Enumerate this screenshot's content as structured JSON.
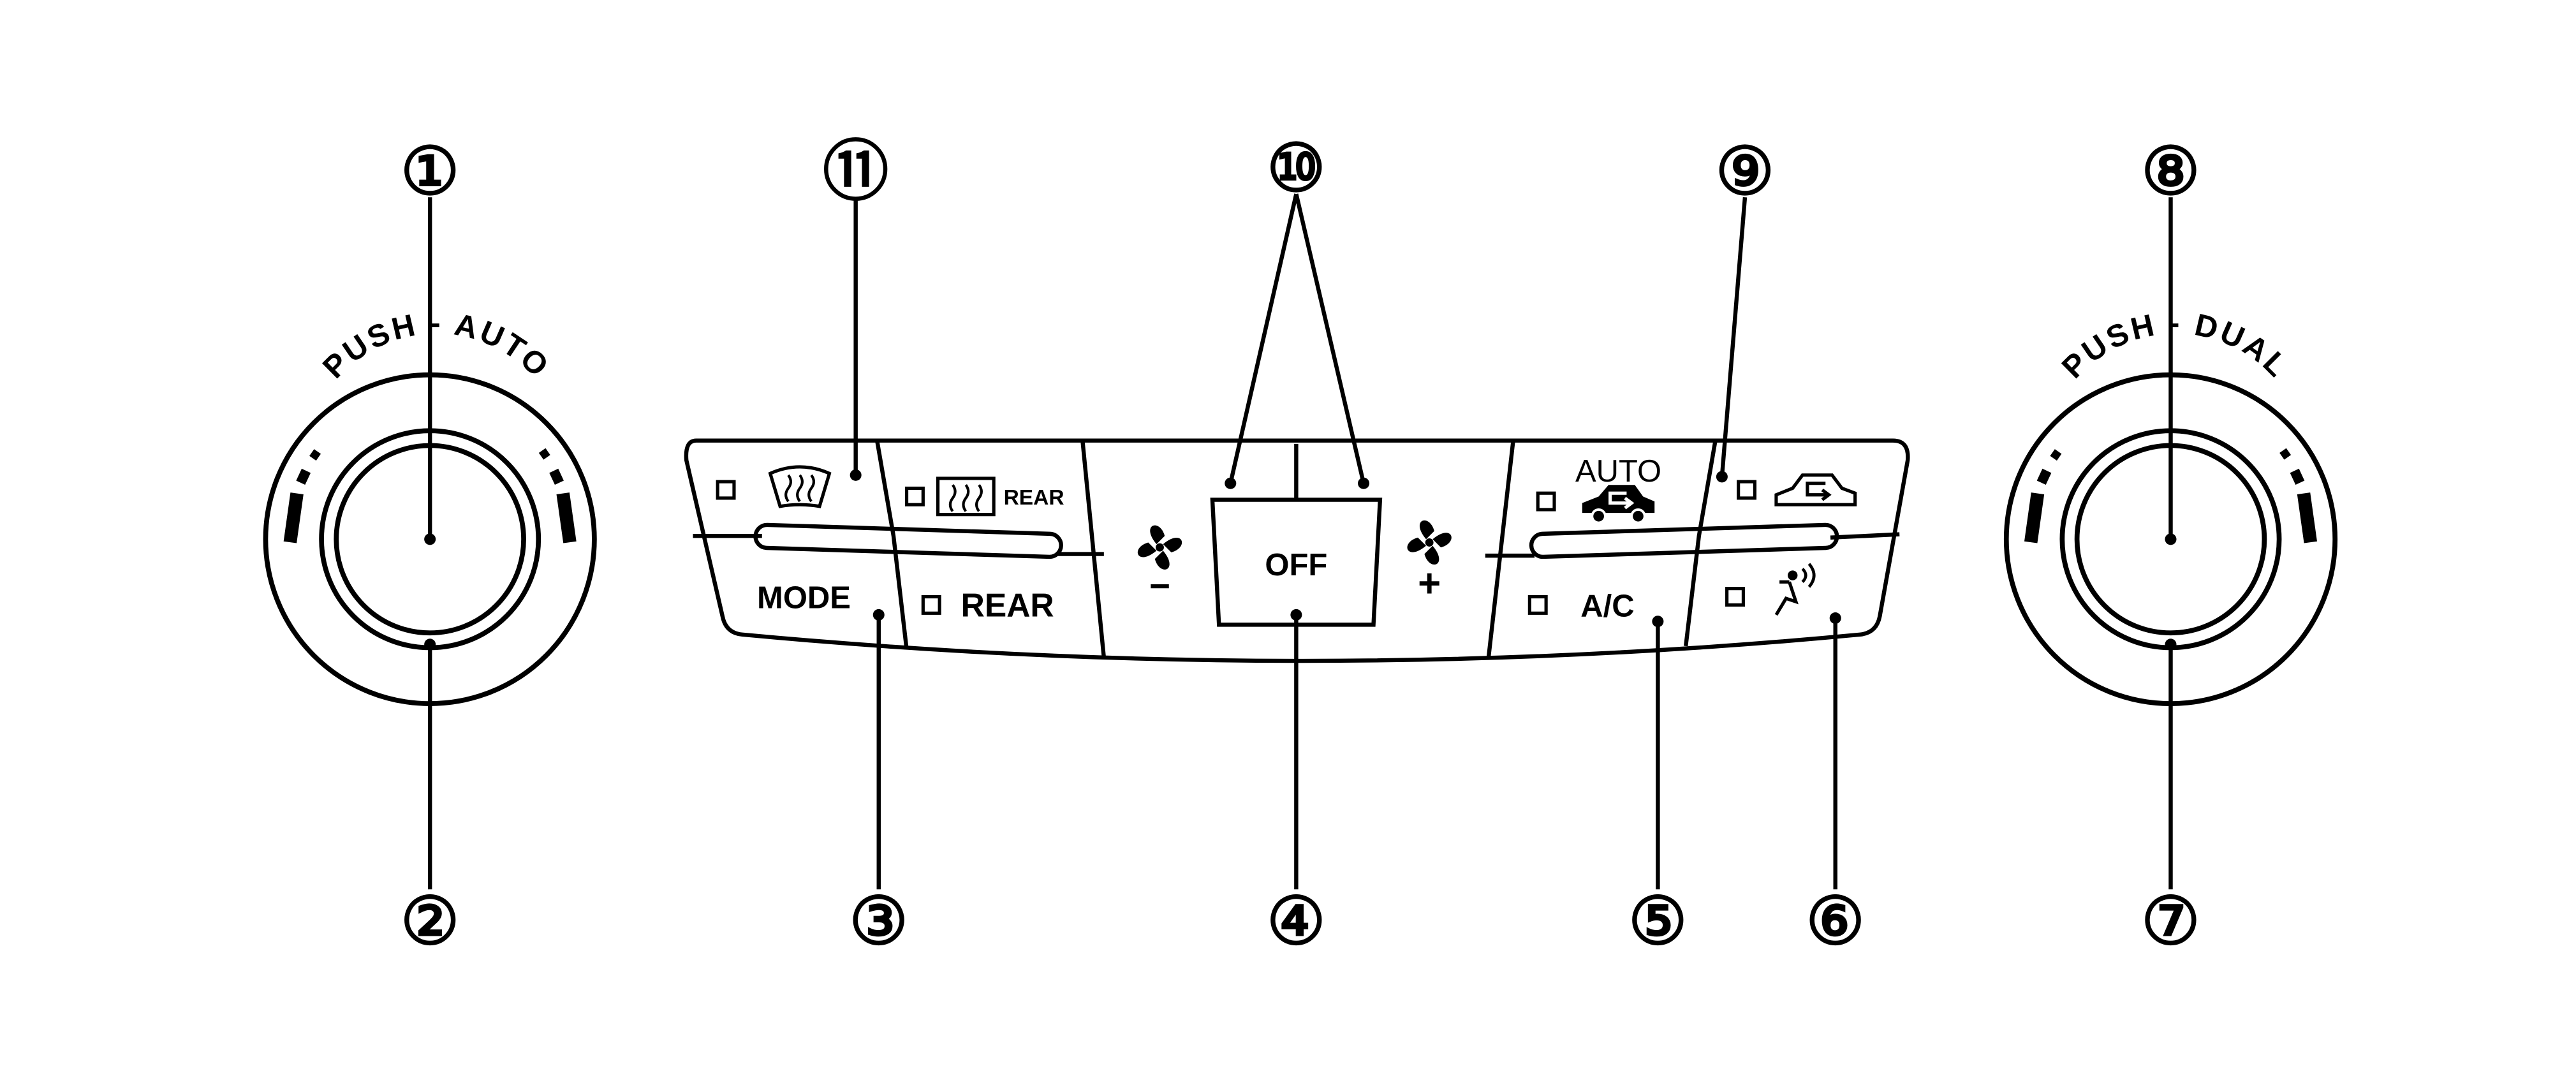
{
  "callouts": [
    "①",
    "②",
    "③",
    "④",
    "⑤",
    "⑥",
    "⑦",
    "⑧",
    "⑨",
    "⑩",
    "⑪"
  ],
  "left_dial": {
    "arc_text": "PUSH - AUTO"
  },
  "right_dial": {
    "arc_text": "PUSH - DUAL"
  },
  "panel": {
    "mode_label": "MODE",
    "rear_label": "REAR",
    "rear_defrost_label": "REAR",
    "off_label": "OFF",
    "auto_label": "AUTO",
    "ac_label": "A/C",
    "fan_minus": "−",
    "fan_plus": "+"
  },
  "icons": {
    "front_defrost": "front-defrost-icon",
    "rear_defrost": "rear-defrost-icon",
    "fan_low": "fan-icon",
    "fan_high": "fan-icon",
    "auto_recirc": "car-recirculation-icon",
    "recirc": "car-recirculation-icon",
    "intake_sensor": "air-intake-sensor-icon"
  }
}
